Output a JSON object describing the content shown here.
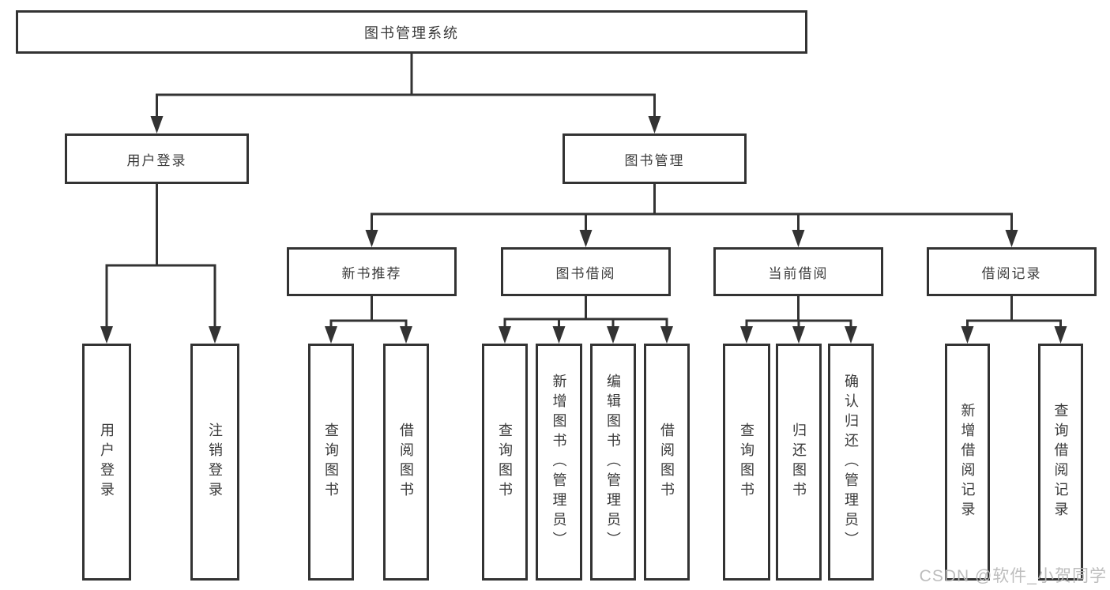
{
  "nodes": {
    "root": {
      "label": "图书管理系统"
    },
    "user_login": {
      "label": "用户登录"
    },
    "book_mgmt": {
      "label": "图书管理"
    },
    "new_book_rec": {
      "label": "新书推荐"
    },
    "book_borrow": {
      "label": "图书借阅"
    },
    "current_borrow": {
      "label": "当前借阅"
    },
    "borrow_records": {
      "label": "借阅记录"
    }
  },
  "leaves": {
    "user_login": [
      {
        "label": "用户登录"
      },
      {
        "label": "注销登录"
      }
    ],
    "new_book_rec": [
      {
        "label": "查询图书"
      },
      {
        "label": "借阅图书"
      }
    ],
    "book_borrow": [
      {
        "label": "查询图书"
      },
      {
        "label": "新增图书（管理员）"
      },
      {
        "label": "编辑图书（管理员）"
      },
      {
        "label": "借阅图书"
      }
    ],
    "current_borrow": [
      {
        "label": "查询图书"
      },
      {
        "label": "归还图书"
      },
      {
        "label": "确认归还（管理员）"
      }
    ],
    "borrow_records": [
      {
        "label": "新增借阅记录"
      },
      {
        "label": "查询借阅记录"
      }
    ]
  },
  "watermark": "CSDN @软件_小贺同学",
  "colors": {
    "line": "#333333",
    "box_background": "#ffffff",
    "text": "#3a3a3a",
    "watermark": "#b9b9b9"
  }
}
